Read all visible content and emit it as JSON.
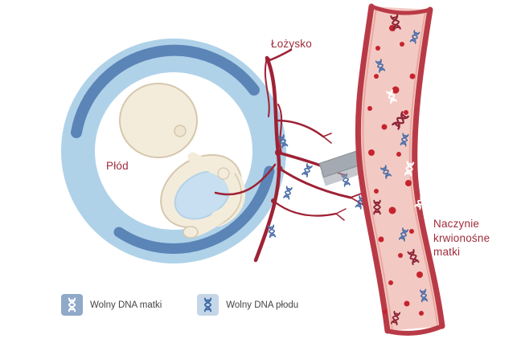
{
  "labels": {
    "fetus": "Płód",
    "placenta": "Łożysko",
    "maternal_vessel": "Naczynie krwionośne matki"
  },
  "legend": {
    "items": [
      {
        "icon": "dna-maternal-icon",
        "label": "Wolny DNA matki",
        "tile_color": "#8FA9C9",
        "dna_color": "#FFFFFF"
      },
      {
        "icon": "dna-fetal-icon",
        "label": "Wolny DNA płodu",
        "tile_color": "#C4D6E7",
        "dna_color": "#3F6BA6"
      }
    ]
  },
  "colors": {
    "label_text": "#9E2B3B",
    "womb_outer": "#AFD2E9",
    "womb_arc": "#5680B4",
    "fetus_skin": "#F4ECDB",
    "fetus_outline": "#D6C7AE",
    "fetus_sac": "#C7DFF0",
    "placenta_vessel": "#9E2235",
    "vessel_wall": "#B93A47",
    "vessel_fill": "#F3CAC3",
    "blood_cell": "#C5242E",
    "dna_fetal": "#4D6FA8",
    "dna_maternal": "#8E2438",
    "dna_light": "#FFFFFF",
    "arrow_gray": "#A4AAB1"
  }
}
